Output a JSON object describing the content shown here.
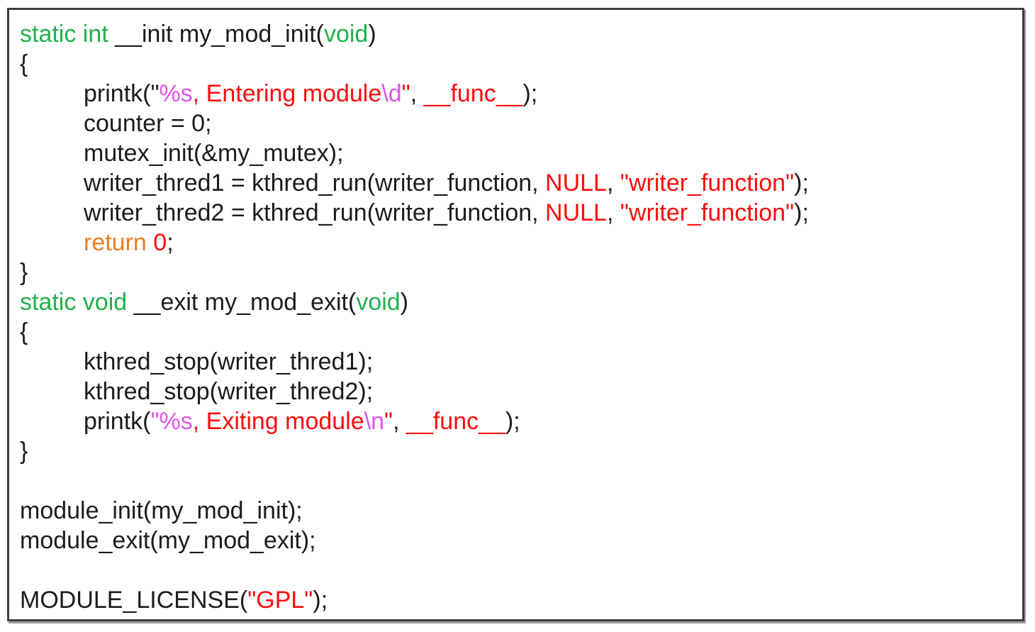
{
  "panel": {
    "background": "#ffffff",
    "border_color": "#3f3f3f"
  },
  "colors": {
    "black": "#1c1c1c",
    "green": "#22b14c",
    "red": "#fe0d0d",
    "magenta": "#dd55e6",
    "orange": "#ef7d1a"
  },
  "code": {
    "language": "c",
    "lines": [
      {
        "indent": 0,
        "segments": [
          {
            "t": "static int ",
            "c": "green"
          },
          {
            "t": "__init my_mod_init(",
            "c": "black"
          },
          {
            "t": "void",
            "c": "green"
          },
          {
            "t": ")",
            "c": "black"
          }
        ]
      },
      {
        "indent": 0,
        "segments": [
          {
            "t": "{",
            "c": "black"
          }
        ]
      },
      {
        "indent": 1,
        "segments": [
          {
            "t": "printk(\"",
            "c": "black"
          },
          {
            "t": "%s",
            "c": "magenta"
          },
          {
            "t": ", Entering module",
            "c": "red"
          },
          {
            "t": "\\d",
            "c": "magenta"
          },
          {
            "t": "\"",
            "c": "red"
          },
          {
            "t": ", ",
            "c": "black"
          },
          {
            "t": "__func__",
            "c": "red"
          },
          {
            "t": ");",
            "c": "black"
          }
        ]
      },
      {
        "indent": 1,
        "segments": [
          {
            "t": "counter = 0;",
            "c": "black"
          }
        ]
      },
      {
        "indent": 1,
        "segments": [
          {
            "t": "mutex_init(&my_mutex);",
            "c": "black"
          }
        ]
      },
      {
        "indent": 1,
        "segments": [
          {
            "t": "writer_thred1 = kthred_run(writer_function, ",
            "c": "black"
          },
          {
            "t": "NULL",
            "c": "red"
          },
          {
            "t": ", ",
            "c": "black"
          },
          {
            "t": "\"writer_function\"",
            "c": "red"
          },
          {
            "t": ");",
            "c": "black"
          }
        ]
      },
      {
        "indent": 1,
        "segments": [
          {
            "t": "writer_thred2 = kthred_run(writer_function, ",
            "c": "black"
          },
          {
            "t": "NULL",
            "c": "red"
          },
          {
            "t": ", ",
            "c": "black"
          },
          {
            "t": "\"writer_function\"",
            "c": "red"
          },
          {
            "t": ");",
            "c": "black"
          }
        ]
      },
      {
        "indent": 1,
        "segments": [
          {
            "t": "return ",
            "c": "orange"
          },
          {
            "t": "0",
            "c": "red"
          },
          {
            "t": ";",
            "c": "black"
          }
        ]
      },
      {
        "indent": 0,
        "segments": [
          {
            "t": "}",
            "c": "black"
          }
        ]
      },
      {
        "indent": 0,
        "segments": [
          {
            "t": "static void ",
            "c": "green"
          },
          {
            "t": "__exit my_mod_exit(",
            "c": "black"
          },
          {
            "t": "void",
            "c": "green"
          },
          {
            "t": ")",
            "c": "black"
          }
        ]
      },
      {
        "indent": 0,
        "segments": [
          {
            "t": "{",
            "c": "black"
          }
        ]
      },
      {
        "indent": 1,
        "segments": [
          {
            "t": "kthred_stop(writer_thred1);",
            "c": "black"
          }
        ]
      },
      {
        "indent": 1,
        "segments": [
          {
            "t": "kthred_stop(writer_thred2);",
            "c": "black"
          }
        ]
      },
      {
        "indent": 1,
        "segments": [
          {
            "t": "printk(",
            "c": "black"
          },
          {
            "t": "\"%s",
            "c": "magenta"
          },
          {
            "t": ", Exiting module",
            "c": "red"
          },
          {
            "t": "\\n",
            "c": "magenta"
          },
          {
            "t": "\"",
            "c": "red"
          },
          {
            "t": ", ",
            "c": "black"
          },
          {
            "t": "__func__",
            "c": "red"
          },
          {
            "t": ");",
            "c": "black"
          }
        ]
      },
      {
        "indent": 0,
        "segments": [
          {
            "t": "}",
            "c": "black"
          }
        ]
      },
      {
        "indent": 0,
        "segments": []
      },
      {
        "indent": 0,
        "segments": [
          {
            "t": "module_init(my_mod_init);",
            "c": "black"
          }
        ]
      },
      {
        "indent": 0,
        "segments": [
          {
            "t": "module_exit(my_mod_exit);",
            "c": "black"
          }
        ]
      },
      {
        "indent": 0,
        "segments": []
      },
      {
        "indent": 0,
        "segments": [
          {
            "t": "MODULE_LICENSE(",
            "c": "black"
          },
          {
            "t": "\"GPL\"",
            "c": "red"
          },
          {
            "t": ");",
            "c": "black"
          }
        ]
      }
    ]
  }
}
